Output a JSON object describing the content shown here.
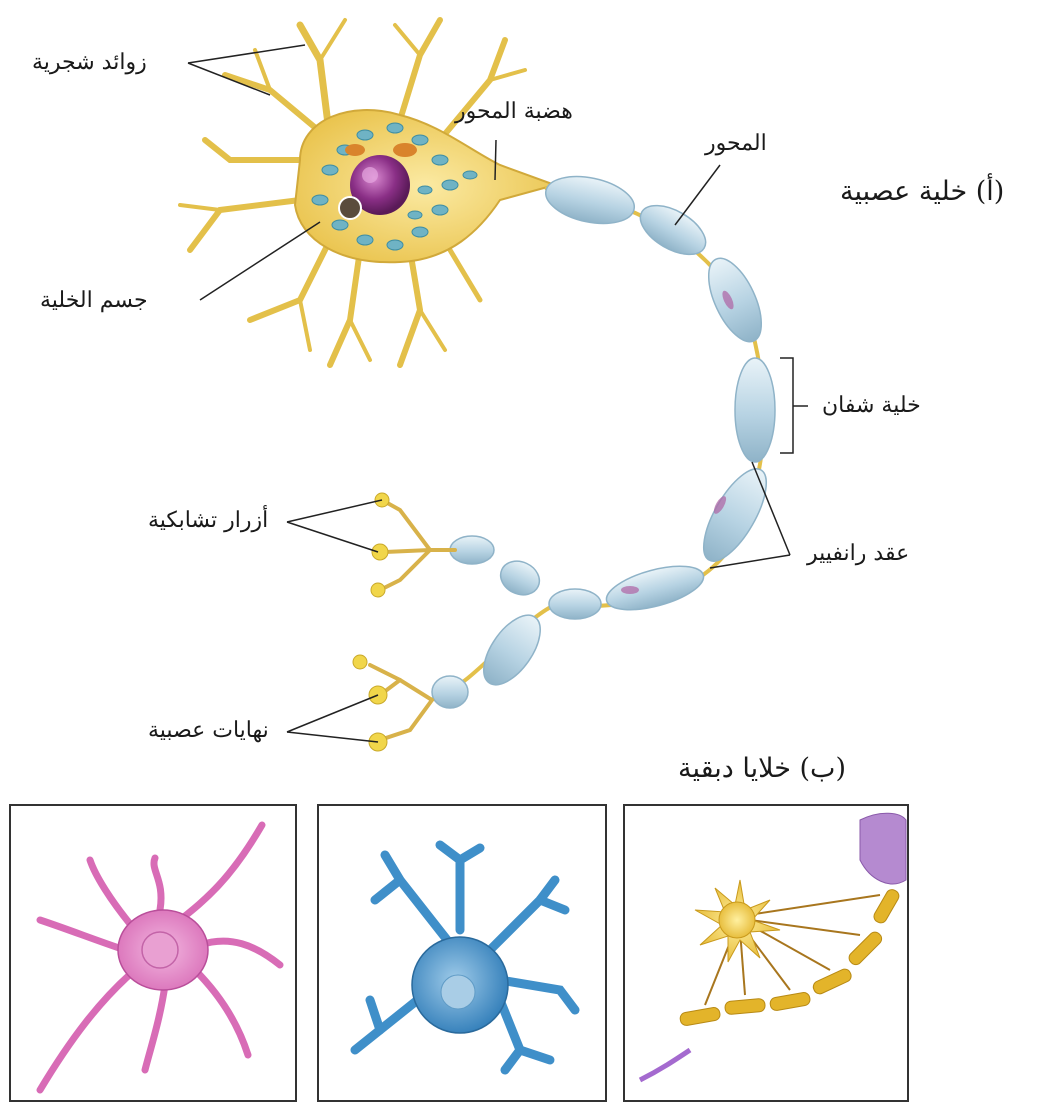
{
  "labels": {
    "dendrites": "زوائد شجرية",
    "axon_hillock": "هضبة المحور",
    "axon": "المحور",
    "cell_body": "جسم الخلية",
    "schwann_cell": "خلية شفان",
    "nodes_of_ranvier": "عقد رانفيير",
    "synaptic_knobs": "أزرار تشابكية",
    "nerve_endings": "نهايات عصبية"
  },
  "section_titles": {
    "a": "(أ) خلية عصبية",
    "b": "(ب) خلايا دبقية"
  },
  "colors": {
    "dendrite_yellow": "#e8c64a",
    "myelin_blue": "#b7d3e3",
    "nucleus_purple": "#8a2f86",
    "glia_pink": "#d86cb6",
    "glia_blue": "#3f8fc9",
    "glia_gold": "#e3b42a"
  }
}
